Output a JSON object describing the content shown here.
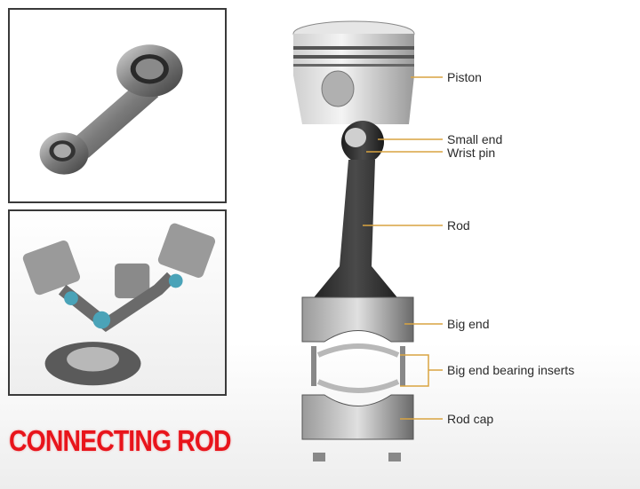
{
  "title": "CONNECTING ROD",
  "labels": {
    "piston": "Piston",
    "small_end": "Small end",
    "wrist_pin": "Wrist pin",
    "rod": "Rod",
    "big_end": "Big end",
    "bearing_inserts": "Big end bearing inserts",
    "rod_cap": "Rod cap"
  },
  "colors": {
    "title": "#e8141b",
    "leader": "#d9a441",
    "frame": "#3a3a3a"
  }
}
